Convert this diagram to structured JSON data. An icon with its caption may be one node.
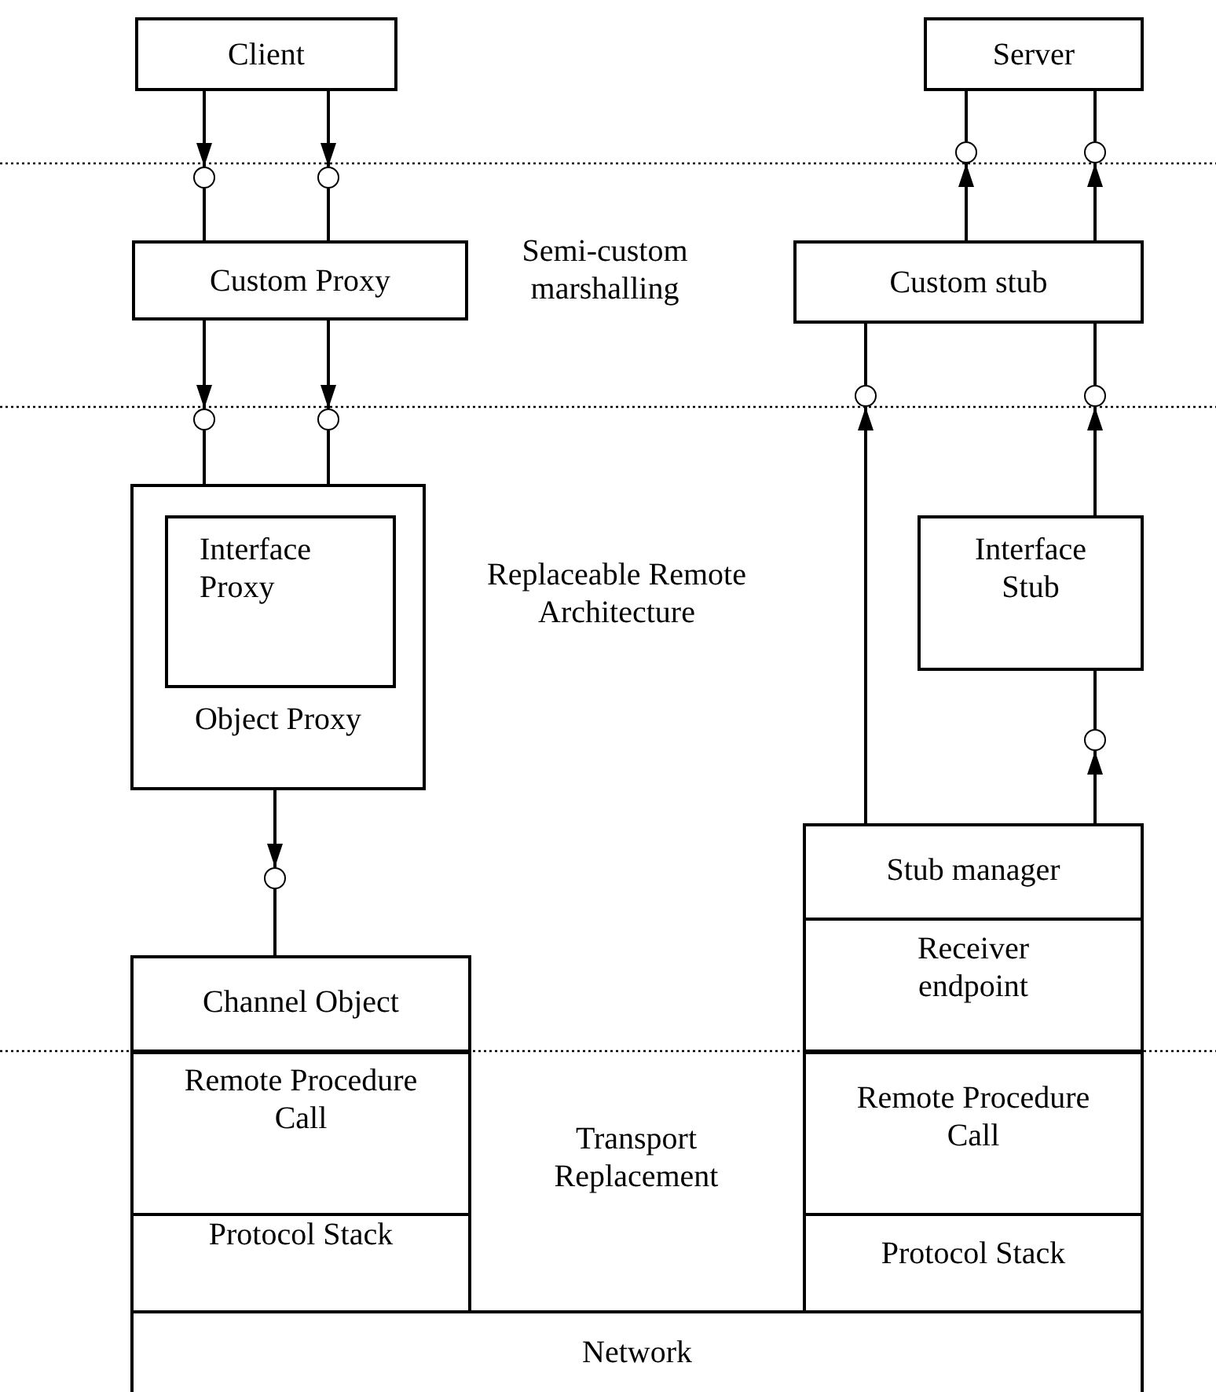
{
  "diagram": {
    "nodes": [
      {
        "text": [
          "Client"
        ]
      },
      {
        "text": [
          "Server"
        ]
      },
      {
        "text": [
          "Custom Proxy"
        ]
      },
      {
        "text": [
          "Custom stub"
        ]
      },
      {
        "text": [
          "Object Proxy"
        ]
      },
      {
        "text": [
          "Interface Proxy"
        ],
        "in": 4
      },
      {
        "text": [
          "Interface Stub"
        ]
      },
      {
        "text": [
          "Stub manager"
        ]
      },
      {
        "text": [
          "Channel Object"
        ]
      },
      {
        "text": [
          "Receiver endpoint"
        ]
      },
      {
        "text": [
          "Remote Procedure Call"
        ]
      },
      {
        "text": [
          "Remote Procedure Call"
        ]
      },
      {
        "text": [
          "Protocol Stack"
        ]
      },
      {
        "text": [
          "Protocol Stack"
        ]
      },
      {
        "text": [
          "Network"
        ]
      },
      {
        "text": [],
        "shape": "circle"
      },
      {
        "text": [],
        "shape": "circle"
      },
      {
        "text": [],
        "shape": "circle"
      },
      {
        "text": [],
        "shape": "circle"
      },
      {
        "text": [],
        "shape": "circle"
      },
      {
        "text": [],
        "shape": "circle"
      },
      {
        "text": [],
        "shape": "circle"
      },
      {
        "text": [],
        "shape": "circle"
      },
      {
        "text": [],
        "shape": "circle"
      },
      {
        "text": [],
        "shape": "circle"
      }
    ],
    "edges": [
      {
        "from": 0,
        "to": 17,
        "arrow": "to"
      },
      {
        "from": 17,
        "to": 2,
        "arrow": "none"
      },
      {
        "from": 0,
        "to": 18,
        "arrow": "to"
      },
      {
        "from": 18,
        "to": 2,
        "arrow": "none"
      },
      {
        "from": 2,
        "to": 21,
        "arrow": "to"
      },
      {
        "from": 21,
        "to": 4,
        "arrow": "none"
      },
      {
        "from": 2,
        "to": 22,
        "arrow": "to"
      },
      {
        "from": 22,
        "to": 4,
        "arrow": "none"
      },
      {
        "from": 4,
        "to": 24,
        "arrow": "to"
      },
      {
        "from": 24,
        "to": 8,
        "arrow": "none"
      },
      {
        "from": 3,
        "to": 15,
        "arrow": "to"
      },
      {
        "from": 15,
        "to": 1,
        "arrow": "none"
      },
      {
        "from": 3,
        "to": 16,
        "arrow": "to"
      },
      {
        "from": 16,
        "to": 1,
        "arrow": "none"
      },
      {
        "from": 7,
        "to": 19,
        "arrow": "to"
      },
      {
        "from": 19,
        "to": 3,
        "arrow": "none"
      },
      {
        "from": 6,
        "to": 20,
        "arrow": "to"
      },
      {
        "from": 20,
        "to": 3,
        "arrow": "none"
      },
      {
        "from": 7,
        "to": 23,
        "arrow": "to"
      },
      {
        "from": 23,
        "to": 6,
        "arrow": "none"
      }
    ],
    "labels": [
      "Semi-custom marshalling",
      "Replaceable Remote Architecture",
      "Transport Replacement"
    ]
  }
}
